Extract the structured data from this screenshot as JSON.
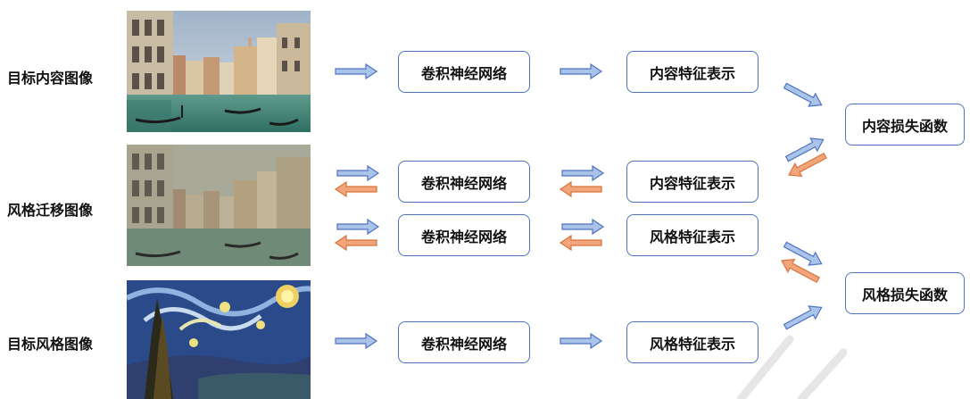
{
  "rows": {
    "content_target": {
      "label": "目标内容图像",
      "image": "venice-canal-photo"
    },
    "transfer": {
      "label": "风格迁移图像",
      "image": "venice-canal-stylized"
    },
    "style_target": {
      "label": "目标风格图像",
      "image": "starry-night-painting"
    }
  },
  "boxes": {
    "cnn_1": "卷积神经网络",
    "content_feat_1": "内容特征表示",
    "cnn_2": "卷积神经网络",
    "content_feat_2": "内容特征表示",
    "cnn_3": "卷积神经网络",
    "style_feat_3": "风格特征表示",
    "cnn_4": "卷积神经网络",
    "style_feat_4": "风格特征表示",
    "content_loss": "内容损失函数",
    "style_loss": "风格损失函数"
  },
  "colors": {
    "forward_arrow": "#a9c4e8",
    "forward_stroke": "#4f72c2",
    "backward_arrow": "#f2a57a",
    "backward_stroke": "#d9733a",
    "box_border": "#4f72c2"
  }
}
